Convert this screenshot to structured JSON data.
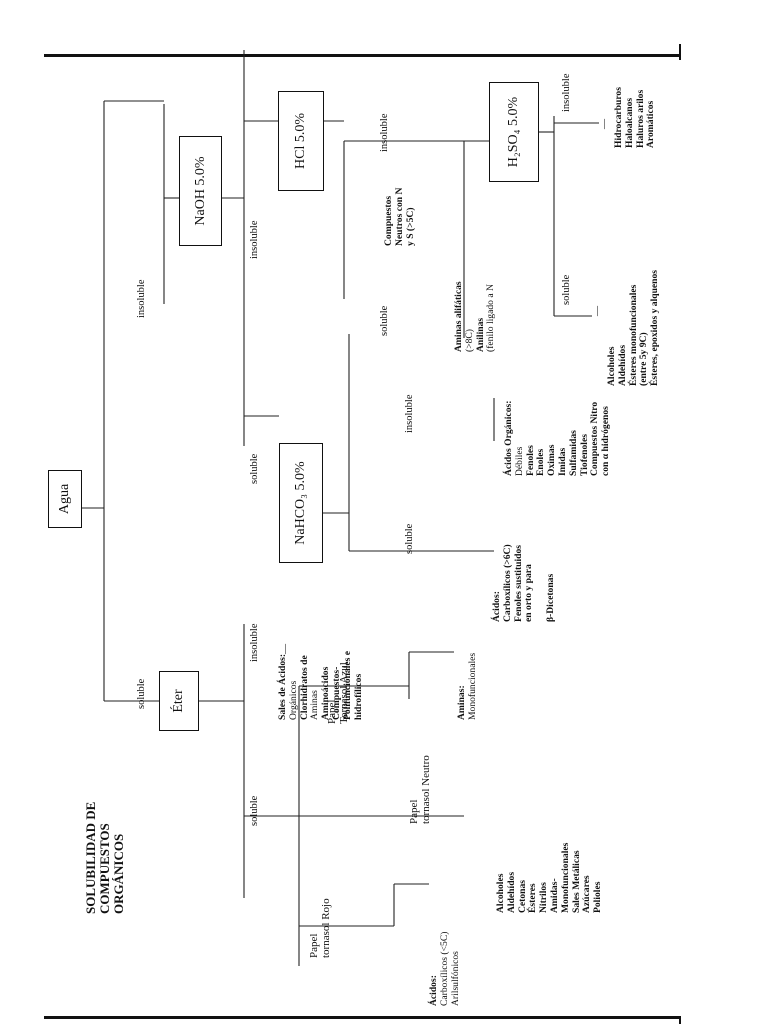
{
  "title": [
    "SOLUBILIDAD DE",
    "COMPUESTOS",
    "ORGÁNICOS"
  ],
  "nodes": {
    "agua": "Agua",
    "eter": "Éter",
    "naoh": "NaOH 5.0%",
    "nahco3": "NaHCO₃ 5.0%",
    "hcl": "HCl 5.0%",
    "h2so4": "H₂SO₄ 5.0%",
    "papel_rojo": [
      "Papel",
      "tornasol Rojo"
    ],
    "papel_neutro": [
      "Papel",
      "tornasol Neutro"
    ],
    "papel_azul": [
      "Papel",
      "Tornasol Azul"
    ]
  },
  "branch_labels": {
    "soluble": "soluble",
    "insoluble": "insoluble"
  },
  "groups": {
    "acidos_rojo": [
      {
        "t": "Ácidos:",
        "b": true
      },
      {
        "t": "Carboxílicos (<5C)",
        "b": false
      },
      {
        "t": "Arilsulfónicos",
        "b": false
      }
    ],
    "neutros": [
      {
        "t": "Alcoholes",
        "b": true
      },
      {
        "t": "Aldehídos",
        "b": true
      },
      {
        "t": "Cetonas",
        "b": true
      },
      {
        "t": "Ésteres",
        "b": true
      },
      {
        "t": "Nitrilos",
        "b": true
      },
      {
        "t": "Amidas-",
        "b": true
      },
      {
        "t": "Monofuncionales",
        "b": true
      },
      {
        "t": "Sales Metálicas",
        "b": true
      },
      {
        "t": "Azúcares",
        "b": true
      },
      {
        "t": "Polioles",
        "b": true
      }
    ],
    "aminas_azul": [
      {
        "t": "Aminas:",
        "b": true
      },
      {
        "t": "Monofuncionales",
        "b": false
      }
    ],
    "sales": [
      {
        "t": "Sales de Ácidos:",
        "b": true
      },
      {
        "t": "Orgánicos",
        "b": false
      },
      {
        "t": "Clorhidratos de",
        "b": true
      },
      {
        "t": "Aminas",
        "b": false
      },
      {
        "t": "Aminoácidos",
        "b": true
      },
      {
        "t": "Compuestos-",
        "b": true
      },
      {
        "t": "Polifuncionales e",
        "b": true
      },
      {
        "t": "hidrofílicos",
        "b": true
      }
    ],
    "acidos_bicarb": [
      {
        "t": "Ácidos:",
        "b": true
      },
      {
        "t": "Carboxílicos (>6C)",
        "b": true
      },
      {
        "t": "Fenoles  sustituidos",
        "b": true
      },
      {
        "t": "en orto y para",
        "b": true
      },
      {
        "t": "",
        "b": false
      },
      {
        "t": "β-Dicetonas",
        "b": true
      }
    ],
    "acidos_debiles": [
      {
        "t": "Ácidos Orgánicos:",
        "b": true
      },
      {
        "t": "Débiles",
        "b": false
      },
      {
        "t": "Fenoles",
        "b": true
      },
      {
        "t": "Enoles",
        "b": true
      },
      {
        "t": "Oximas",
        "b": true
      },
      {
        "t": "Imidas",
        "b": true
      },
      {
        "t": "Sulfamidas",
        "b": true
      },
      {
        "t": "Tiofenoles",
        "b": true
      },
      {
        "t": "Compuestos  Nitro",
        "b": true
      },
      {
        "t": "con α hidrógenos",
        "b": true
      }
    ],
    "aminas_hcl": [
      {
        "t": "Aminas alifáticas",
        "b": true
      },
      {
        "t": "(>8C)",
        "b": false
      },
      {
        "t": "Anilinas",
        "b": true
      },
      {
        "t": "(fenilo ligado a N",
        "b": false
      }
    ],
    "neutros_ns": [
      {
        "t": "Compuestos",
        "b": true
      },
      {
        "t": "Neutros con N",
        "b": true
      },
      {
        "t": "y S (>5C)",
        "b": true
      }
    ],
    "alcoholes_h2so4": [
      {
        "t": "Alcoholes",
        "b": true
      },
      {
        "t": "Aldehídos",
        "b": true
      },
      {
        "t": "Ésteres monofuncionales",
        "b": true
      },
      {
        "t": "(entre 5y 9C)",
        "b": true
      },
      {
        "t": "Ésteres, epoxidos y alquenos",
        "b": true
      }
    ],
    "hidrocarburos": [
      {
        "t": "Hidrocarburos",
        "b": true
      },
      {
        "t": "Haloalcanos",
        "b": true
      },
      {
        "t": "Haluros arilos",
        "b": true
      },
      {
        "t": "Aromáticos",
        "b": true
      }
    ]
  }
}
